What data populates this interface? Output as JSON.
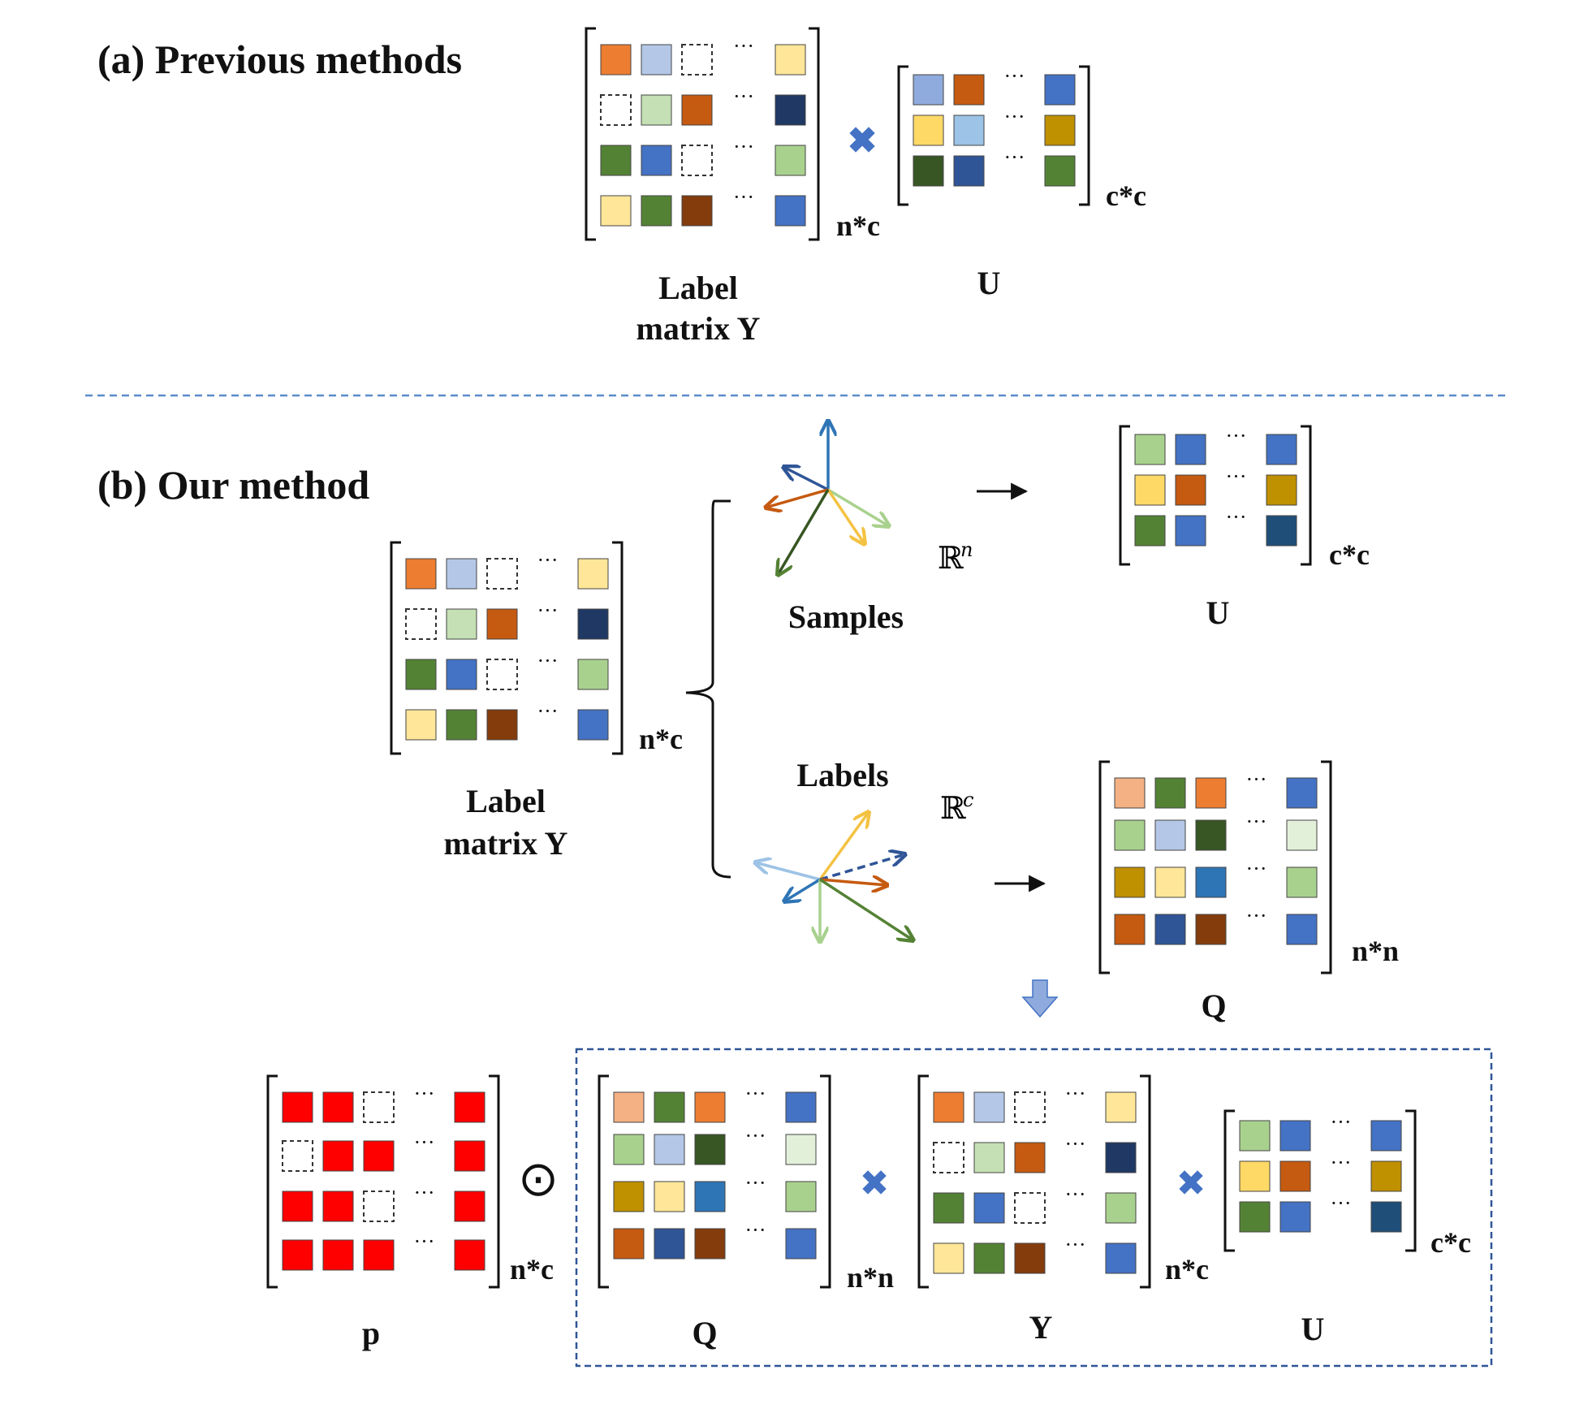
{
  "section_a": {
    "heading": "(a) Previous methods",
    "label_matrix": {
      "caption_line1": "Label",
      "caption_line2": "matrix Y",
      "dim": "n*c",
      "rows": [
        [
          "#ED7D31",
          "#B4C7E7",
          "empty",
          "#FFE699"
        ],
        [
          "empty",
          "#C5E0B4",
          "#C55A11",
          "#1F3864"
        ],
        [
          "#548235",
          "#4472C4",
          "empty",
          "#A9D18E"
        ],
        [
          "#FFE699",
          "#548235",
          "#843C0C",
          "#4472C4"
        ]
      ]
    },
    "operator": "✖",
    "u_matrix": {
      "caption": "U",
      "dim": "c*c",
      "rows": [
        [
          "#8FAADC",
          "#C55A11",
          "#4472C4"
        ],
        [
          "#FFD966",
          "#9DC3E6",
          "#BF9000"
        ],
        [
          "#375623",
          "#2F5597",
          "#548235"
        ]
      ]
    }
  },
  "section_b": {
    "heading": "(b) Our method",
    "label_matrix": {
      "caption_line1": "Label",
      "caption_line2": "matrix Y",
      "dim": "n*c",
      "rows": [
        [
          "#ED7D31",
          "#B4C7E7",
          "empty",
          "#FFE699"
        ],
        [
          "empty",
          "#C5E0B4",
          "#C55A11",
          "#1F3864"
        ],
        [
          "#548235",
          "#4472C4",
          "empty",
          "#A9D18E"
        ],
        [
          "#FFE699",
          "#548235",
          "#843C0C",
          "#4472C4"
        ]
      ]
    },
    "samples": {
      "label": "Samples",
      "space": "ℝ",
      "space_sup": "n"
    },
    "labels": {
      "label": "Labels",
      "space": "ℝ",
      "space_sup": "c"
    },
    "u_matrix": {
      "caption": "U",
      "dim": "c*c",
      "rows": [
        [
          "#A9D18E",
          "#4472C4",
          "#4472C4"
        ],
        [
          "#FFD966",
          "#C55A11",
          "#BF9000"
        ],
        [
          "#548235",
          "#4472C4",
          "#1F4E79"
        ]
      ]
    },
    "q_matrix": {
      "caption": "Q",
      "dim": "n*n",
      "rows": [
        [
          "#F4B183",
          "#548235",
          "#ED7D31",
          "#4472C4"
        ],
        [
          "#A9D18E",
          "#B4C7E7",
          "#375623",
          "#E2F0D9"
        ],
        [
          "#BF9000",
          "#FFE699",
          "#2E75B6",
          "#A9D18E"
        ],
        [
          "#C55A11",
          "#2F5597",
          "#843C0C",
          "#4472C4"
        ]
      ]
    }
  },
  "formula": {
    "p_matrix": {
      "caption": "p",
      "dim": "n*c",
      "rows": [
        [
          "#FF0000",
          "#FF0000",
          "empty",
          "#FF0000"
        ],
        [
          "empty",
          "#FF0000",
          "#FF0000",
          "#FF0000"
        ],
        [
          "#FF0000",
          "#FF0000",
          "empty",
          "#FF0000"
        ],
        [
          "#FF0000",
          "#FF0000",
          "#FF0000",
          "#FF0000"
        ]
      ]
    },
    "hadamard": "⊙",
    "q_matrix": {
      "caption": "Q",
      "dim": "n*n",
      "rows": [
        [
          "#F4B183",
          "#548235",
          "#ED7D31",
          "#4472C4"
        ],
        [
          "#A9D18E",
          "#B4C7E7",
          "#375623",
          "#E2F0D9"
        ],
        [
          "#BF9000",
          "#FFE699",
          "#2E75B6",
          "#A9D18E"
        ],
        [
          "#C55A11",
          "#2F5597",
          "#843C0C",
          "#4472C4"
        ]
      ]
    },
    "y_matrix": {
      "caption": "Y",
      "dim": "n*c",
      "rows": [
        [
          "#ED7D31",
          "#B4C7E7",
          "empty",
          "#FFE699"
        ],
        [
          "empty",
          "#C5E0B4",
          "#C55A11",
          "#1F3864"
        ],
        [
          "#548235",
          "#4472C4",
          "empty",
          "#A9D18E"
        ],
        [
          "#FFE699",
          "#548235",
          "#843C0C",
          "#4472C4"
        ]
      ]
    },
    "u_matrix": {
      "caption": "U",
      "dim": "c*c",
      "rows": [
        [
          "#A9D18E",
          "#4472C4",
          "#4472C4"
        ],
        [
          "#FFD966",
          "#C55A11",
          "#BF9000"
        ],
        [
          "#548235",
          "#4472C4",
          "#1F4E79"
        ]
      ]
    },
    "times_1": "✖",
    "times_2": "✖"
  },
  "ellipsis": "···",
  "colors": {
    "arrow_accent": "#4472C4",
    "divider": "#5B8BC9",
    "frame": "#2F5597"
  }
}
